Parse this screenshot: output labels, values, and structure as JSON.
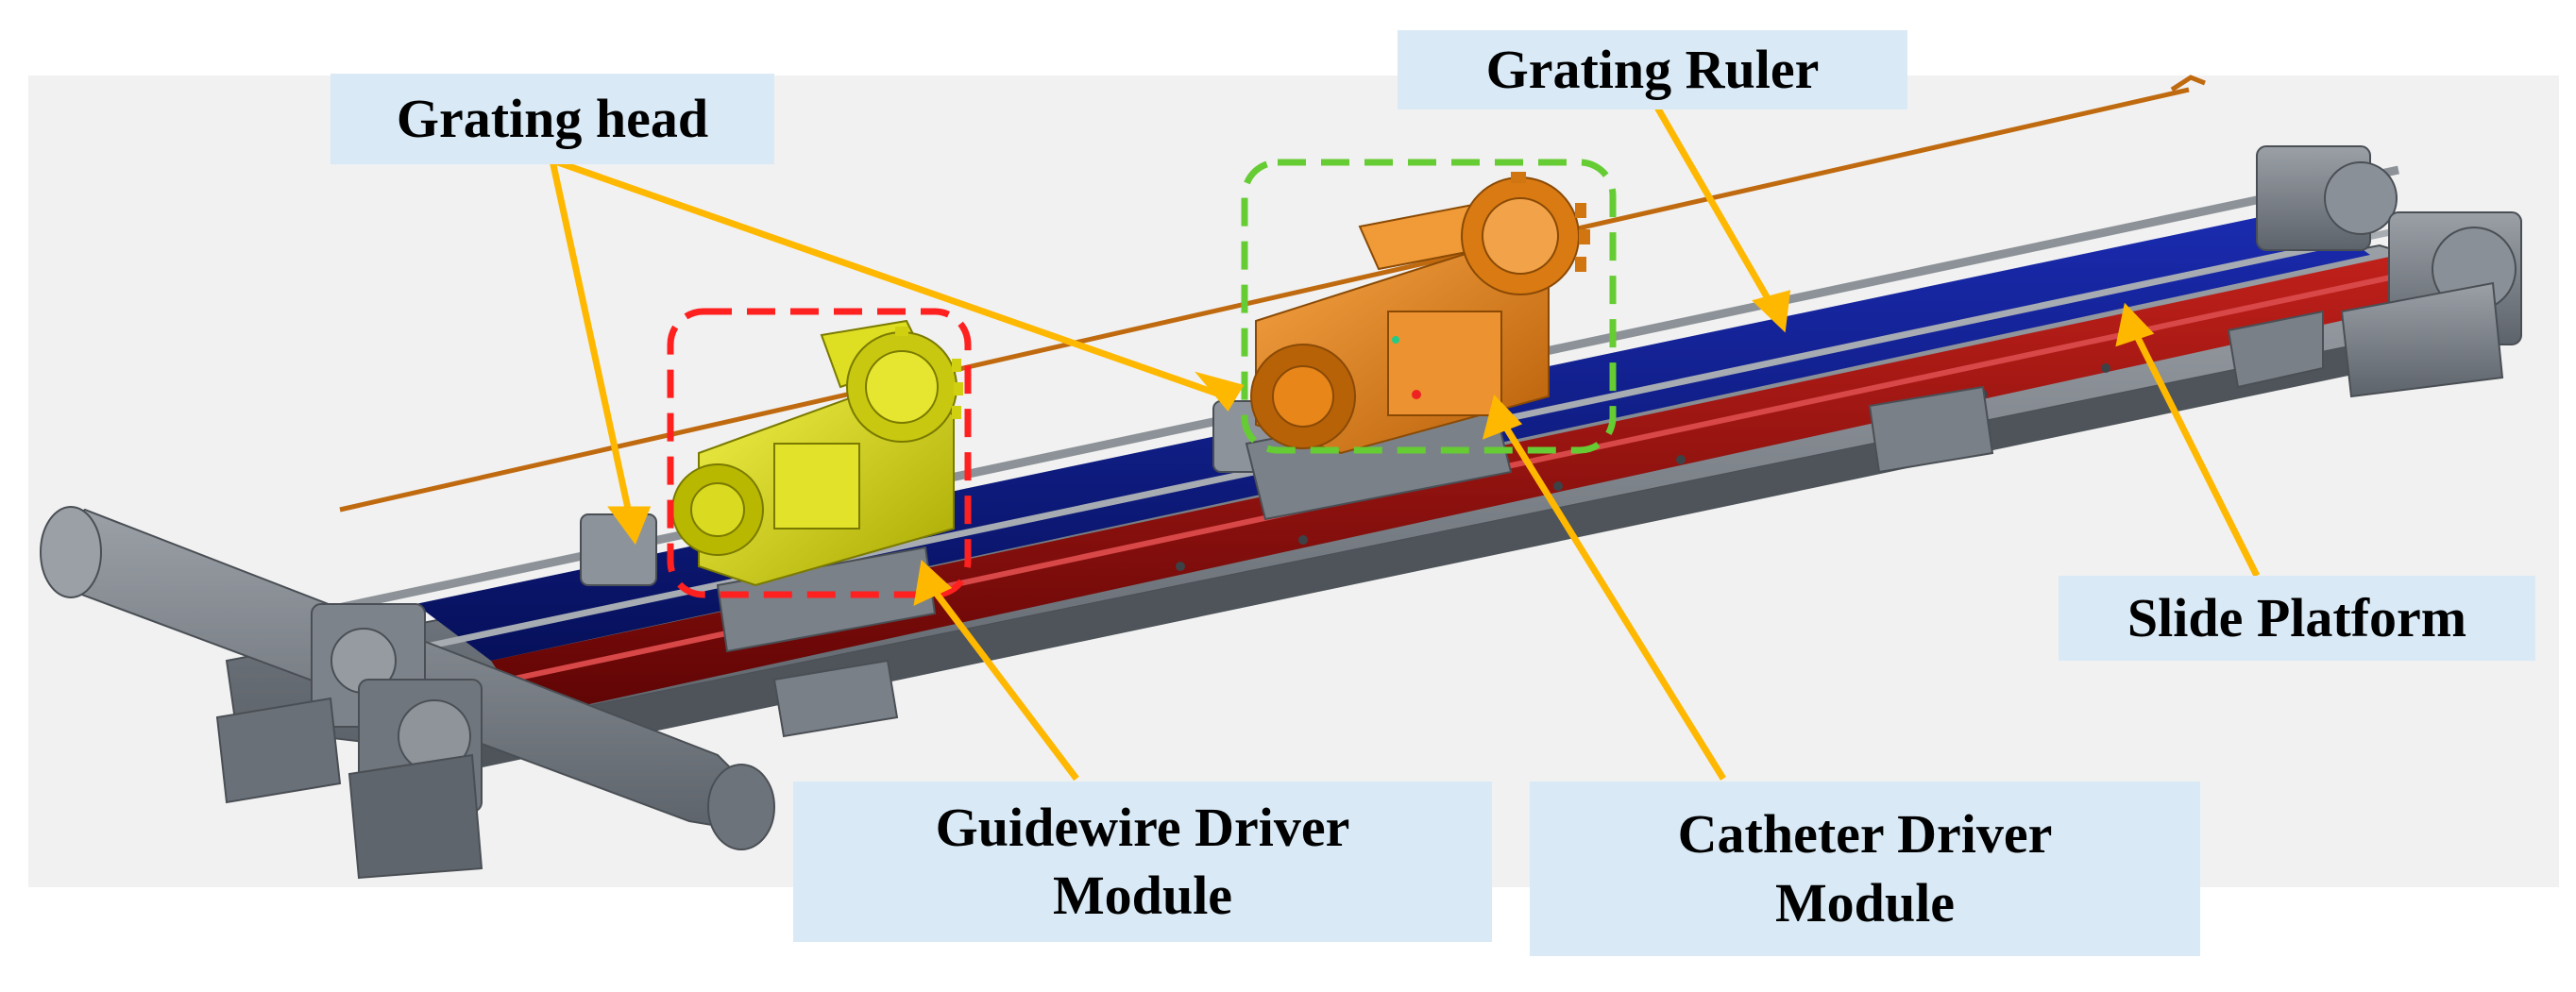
{
  "labels": {
    "grating_head": "Grating head",
    "grating_ruler": "Grating Ruler",
    "slide_platform": "Slide Platform",
    "guidewire_module": {
      "line1": "Guidewire Driver",
      "line2": "Module"
    },
    "catheter_module": {
      "line1": "Catheter Driver",
      "line2": "Module"
    }
  },
  "colors": {
    "callout_box": "#d9eaf6",
    "arrow": "#ffb800",
    "blue_rail": "#0c1a8a",
    "red_rail": "#9b0a0a",
    "frame_gray": "#6f757c",
    "guidewire_module": "#d6d60a",
    "catheter_module": "#e8861a",
    "grating_ruler": "#c06a10",
    "red_dashed_box": "#ff2020",
    "green_dashed_box": "#66cc33"
  }
}
